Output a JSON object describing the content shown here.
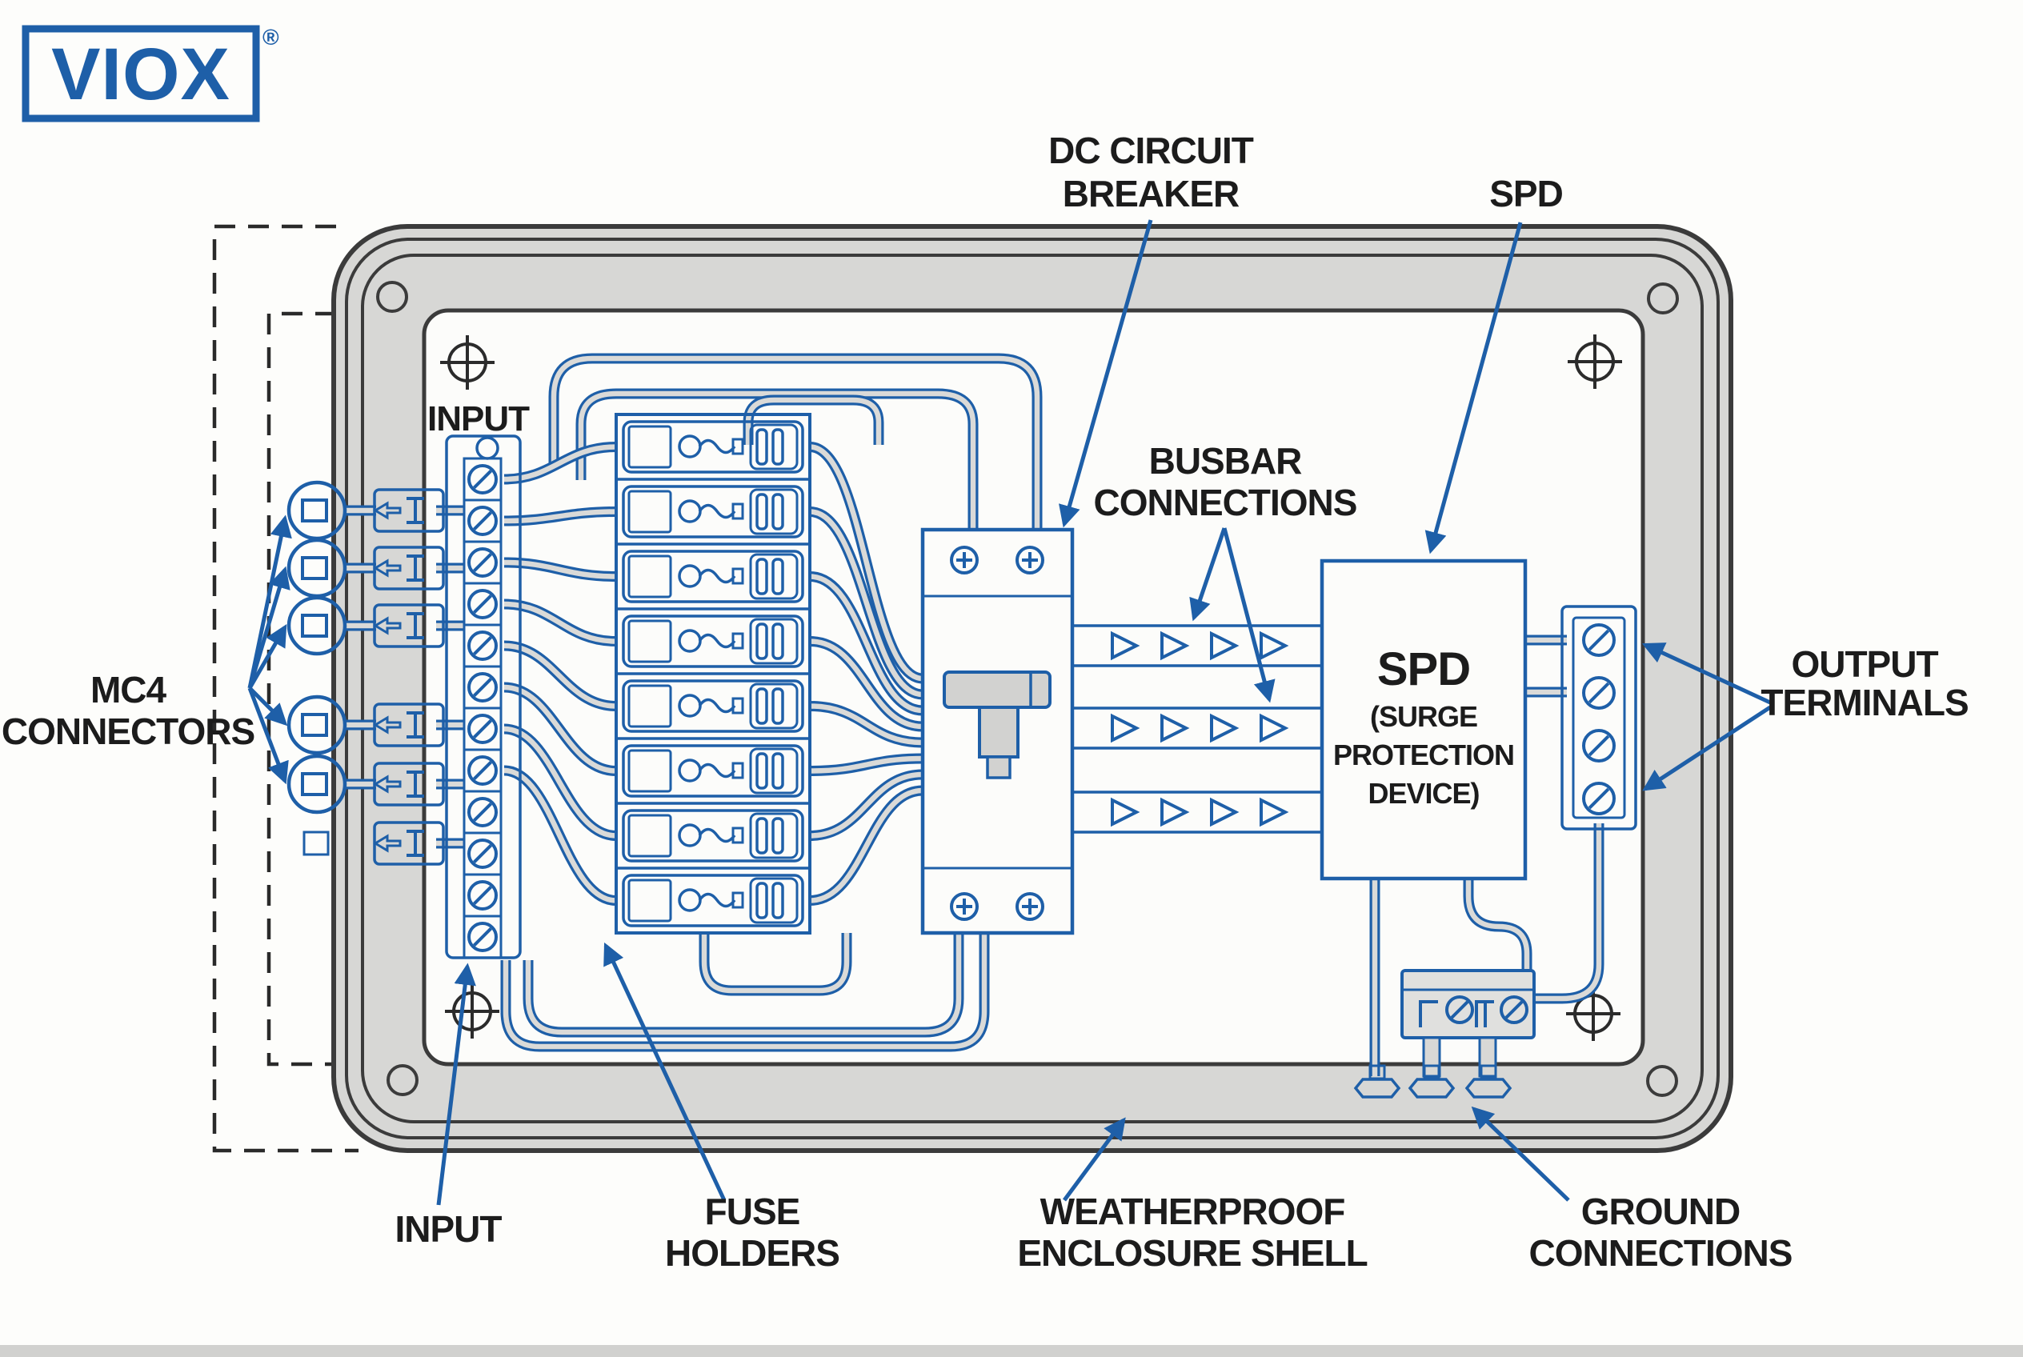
{
  "brand": {
    "logo_text": "VIOX",
    "registered_mark": "®"
  },
  "callouts": {
    "dc_breaker": {
      "line1": "DC CIRCUIT",
      "line2": "BREAKER"
    },
    "spd": {
      "line1": "SPD"
    },
    "busbar": {
      "line1": "BUSBAR",
      "line2": "CONNECTIONS"
    },
    "mc4": {
      "line1": "MC4",
      "line2": "CONNECTORS"
    },
    "input_top": {
      "line1": "INPUT"
    },
    "output": {
      "line1": "OUTPUT",
      "line2": "TERMINALS"
    },
    "input_bottom": {
      "line1": "INPUT"
    },
    "fuse": {
      "line1": "FUSE",
      "line2": "HOLDERS"
    },
    "weatherproof": {
      "line1": "WEATHERPROOF",
      "line2": "ENCLOSURE SHELL"
    },
    "ground": {
      "line1": "GROUND",
      "line2": "CONNECTIONS"
    }
  },
  "spd_box": {
    "title": "SPD",
    "sub1": "(SURGE",
    "sub2": "PROTECTION",
    "sub3": "DEVICE)"
  },
  "counts": {
    "fuse_holders": 8,
    "mc4_connectors": 5,
    "mc4_cable_entries": 6,
    "input_terminal_screws": 12,
    "output_terminal_screws": 4,
    "busbars": 3,
    "arrows_per_busbar": 4,
    "ground_terminal_screws": 2,
    "ground_bolts": 3,
    "breaker_screws": 4,
    "corner_screws": 4,
    "alignment_marks": 4
  },
  "colors": {
    "line_blue": "#1e5fa8",
    "shell_gray": "#d7d7d5",
    "wire_gray": "#dadad8",
    "outline_dark": "#3b3b3b",
    "label_black": "#1c1c1c",
    "background": "#fdfdfb"
  }
}
